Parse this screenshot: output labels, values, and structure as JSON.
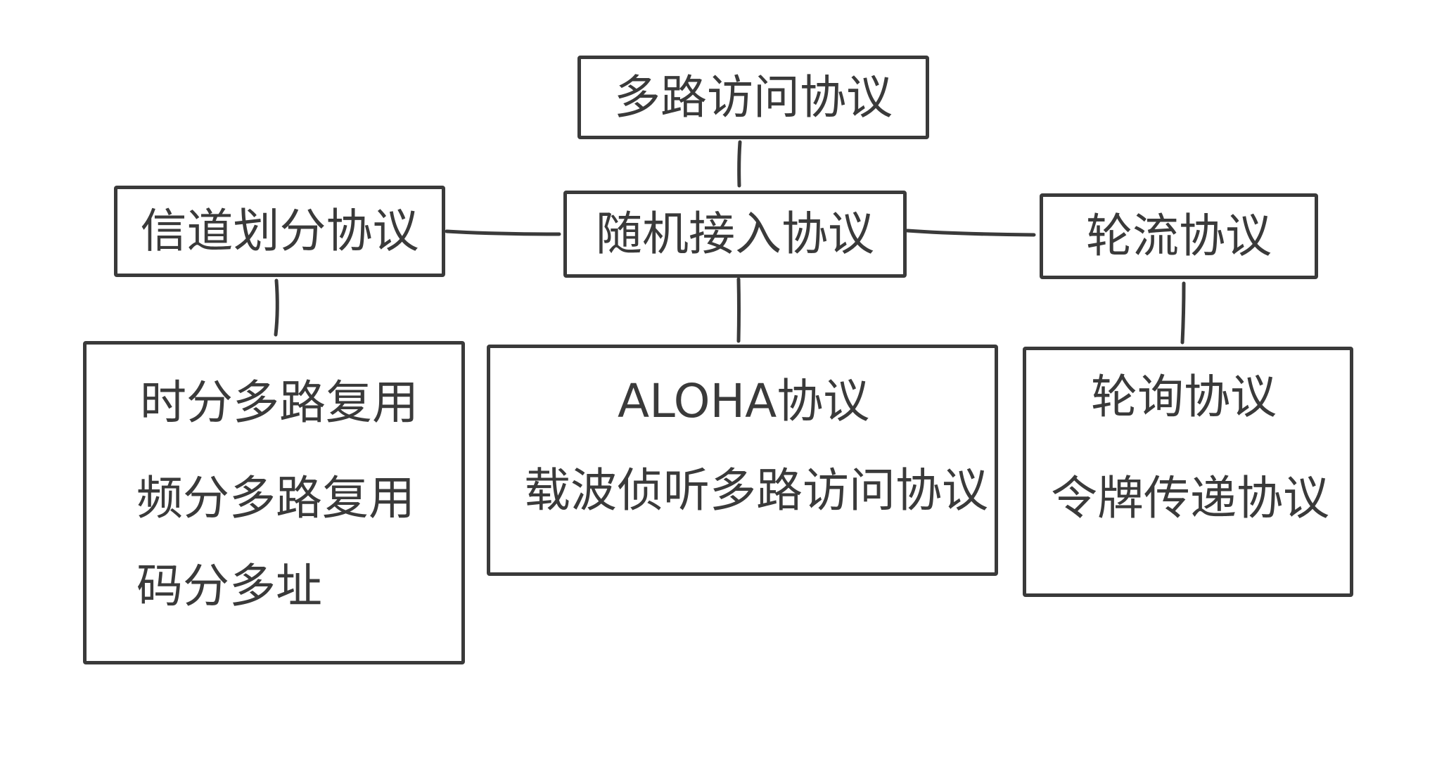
{
  "root": {
    "label": "多路访问协议"
  },
  "categories": [
    {
      "label": "信道划分协议",
      "items": [
        "时分多路复用",
        "频分多路复用",
        "码分多址"
      ]
    },
    {
      "label": "随机接入协议",
      "items": [
        "ALOHA协议",
        "载波侦听多路访问协议"
      ]
    },
    {
      "label": "轮流协议",
      "items": [
        "轮询协议",
        "令牌传递协议"
      ]
    }
  ]
}
